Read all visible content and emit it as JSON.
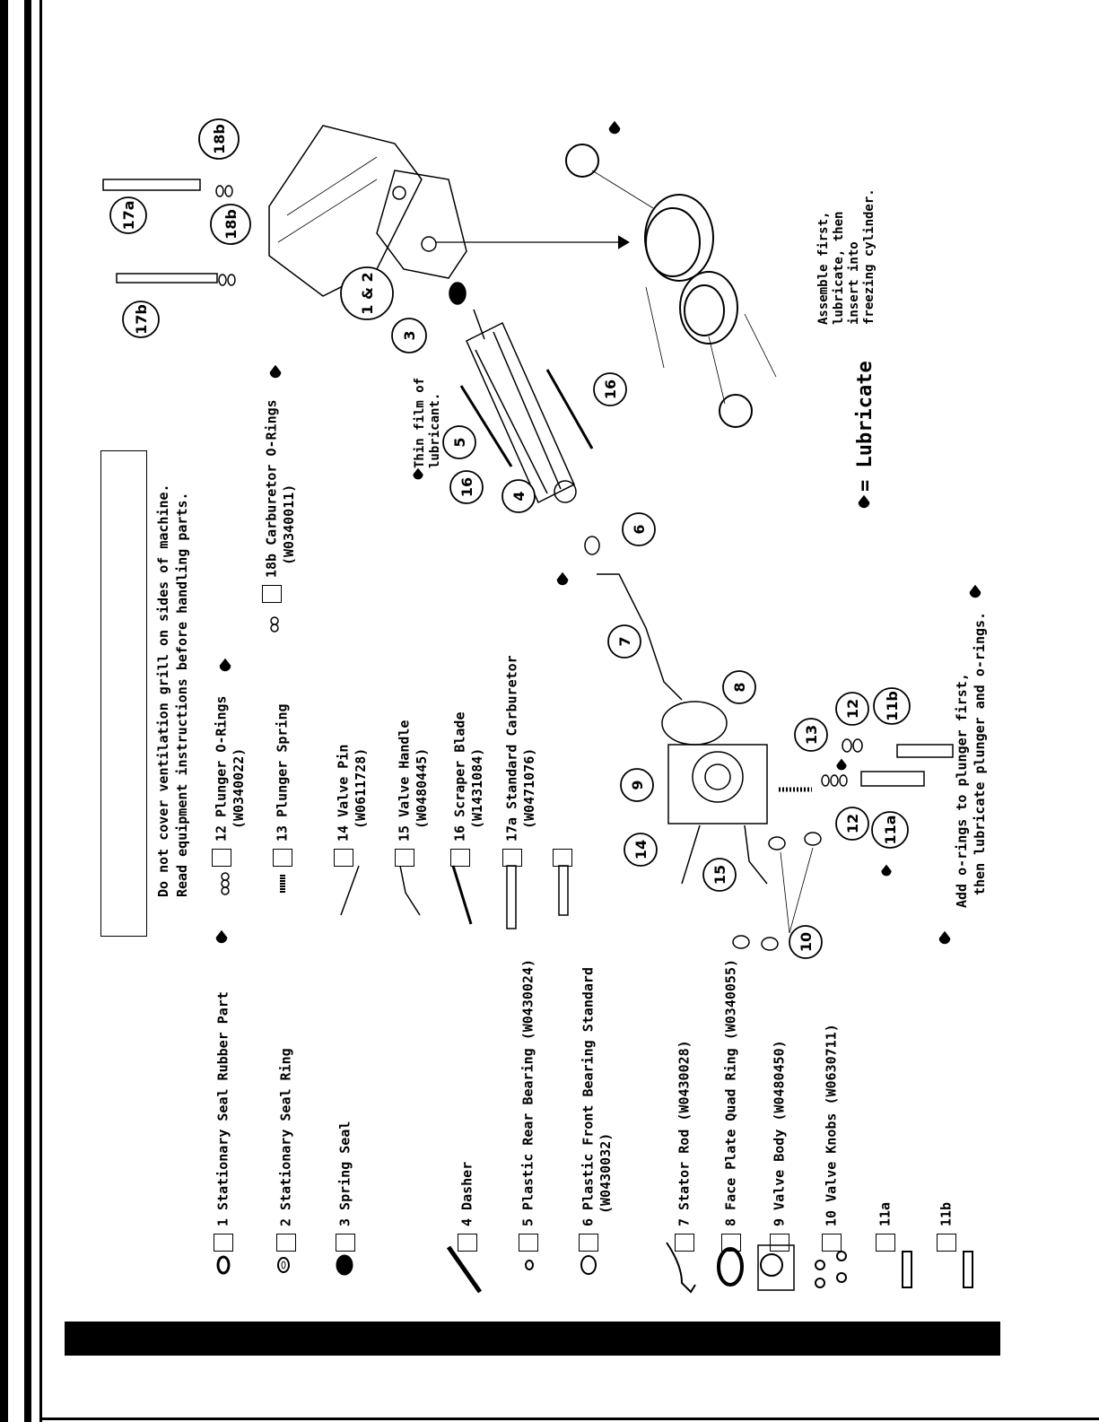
{
  "warning": {
    "line1": "Do not cover ventilation grill on sides of machine.",
    "line2": "Read equipment instructions before handling parts."
  },
  "parts": [
    {
      "id": "1",
      "label": "1 Stationary Seal Rubber Part",
      "code": ""
    },
    {
      "id": "2",
      "label": "2 Stationary Seal Ring",
      "code": ""
    },
    {
      "id": "3",
      "label": "3 Spring Seal",
      "code": ""
    },
    {
      "id": "4",
      "label": "4 Dasher",
      "code": ""
    },
    {
      "id": "5",
      "label": "5 Plastic Rear Bearing (W0430024)",
      "code": ""
    },
    {
      "id": "6",
      "label": "6 Plastic Front Bearing Standard",
      "code": "(W0430032)"
    },
    {
      "id": "7",
      "label": "7 Stator Rod (W0430028)",
      "code": ""
    },
    {
      "id": "8",
      "label": "8 Face Plate Quad Ring (W0340055)",
      "code": ""
    },
    {
      "id": "9",
      "label": "9 Valve Body (W0480450)",
      "code": ""
    },
    {
      "id": "10",
      "label": "10 Valve Knobs (W0630711)",
      "code": ""
    },
    {
      "id": "11a",
      "label": "11a",
      "code": ""
    },
    {
      "id": "11b",
      "label": "11b",
      "code": ""
    },
    {
      "id": "12",
      "label": "12 Plunger O-Rings",
      "code": "(W0340022)"
    },
    {
      "id": "13",
      "label": "13 Plunger Spring",
      "code": ""
    },
    {
      "id": "14",
      "label": "14 Valve Pin",
      "code": "(W0611728)"
    },
    {
      "id": "15",
      "label": "15 Valve Handle",
      "code": "(W0480445)"
    },
    {
      "id": "16",
      "label": "16 Scraper Blade",
      "code": "(W1431084)"
    },
    {
      "id": "17a",
      "label": "17a Standard Carburetor",
      "code": "(W0471076)"
    },
    {
      "id": "17b",
      "label": "",
      "code": ""
    },
    {
      "id": "18b",
      "label": "18b Carburetor O-Rings",
      "code": "(W0340011)"
    }
  ],
  "notes": {
    "thin_film": "Thin film of",
    "lubricant": "lubricant.",
    "assemble1": "Assemble first,",
    "assemble2": "lubricate, then",
    "assemble3": "insert into",
    "assemble4": "freezing cylinder.",
    "legend": "= Lubricate",
    "add1": "Add o-rings to plunger first,",
    "add2": "then lubricate plunger and o-rings."
  },
  "callouts": [
    "1 & 2",
    "3",
    "4",
    "5",
    "16",
    "16",
    "6",
    "7",
    "8",
    "9",
    "13",
    "12",
    "12",
    "11b",
    "11a",
    "14",
    "15",
    "10",
    "17a",
    "17b",
    "18b",
    "18b"
  ],
  "icons": [
    "lubricate-drop-icon",
    "checkbox-icon"
  ]
}
